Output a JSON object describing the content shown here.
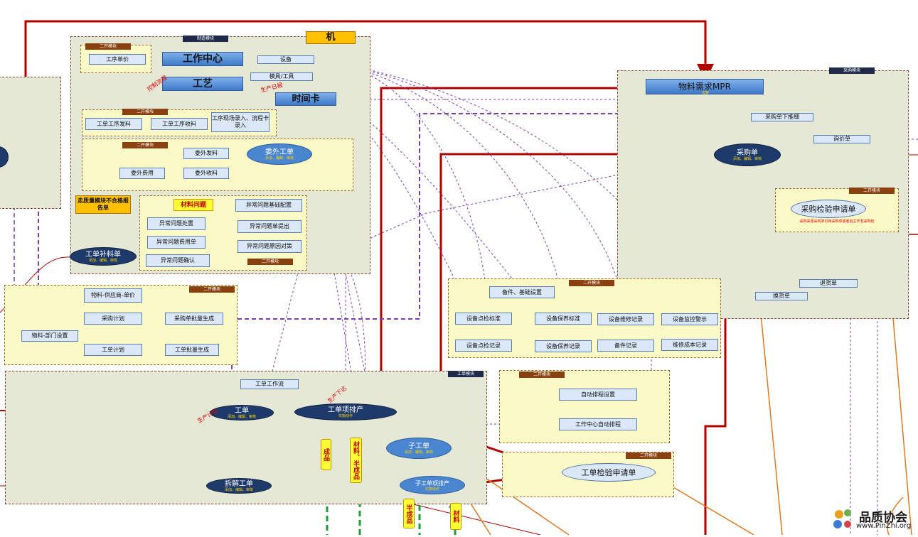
{
  "regions": {
    "mfg_tag": "制造模块",
    "machine_label": "机",
    "secondary_tag": "二开模块",
    "purchase_tag": "采购模块",
    "workorder_tag": "工单模块"
  },
  "nodes": {
    "process_price": "工序单价",
    "work_center": "工作中心",
    "equipment": "设备",
    "craft": "工艺",
    "tooling": "模具/工具",
    "time_card": "时间卡",
    "wo_process_issue": "工单工序发料",
    "wo_process_receive": "工单工序收料",
    "process_entry": "工序现场录入、流程卡录入",
    "outsource_issue": "委外发料",
    "outsource_order": "委外工单",
    "outsource_fee": "委外费用",
    "outsource_receive": "委外收料",
    "quality_report": "走质量模块不合格报告单",
    "material_issue": "材料问题",
    "abn_base_config": "异常问题基础配置",
    "abn_handle": "异常问题处置",
    "abn_submit": "异常问题单提出",
    "abn_cost": "异常问题费用单",
    "abn_cause": "异常问题原因对策",
    "abn_confirm": "异常问题确认",
    "wo_supplement": "工单补料单",
    "material_supplier_price": "物料-供应商-单价",
    "purchase_plan": "采购计划",
    "po_batch_gen": "采购单批量生成",
    "material_dept": "物料-部门设置",
    "wo_plan": "工单计划",
    "wo_batch_gen": "工单批量生成",
    "wo_process_flow": "工单工作流",
    "work_order": "工单",
    "wo_schedule": "工单项排产",
    "sub_wo": "子工单",
    "sub_wo_schedule": "子工单项排产",
    "disassembly_wo": "拆解工单",
    "mpr": "物料需求MPR",
    "mpr_note": "运算",
    "purchase_inquiry": "采购单下推细",
    "quotation": "询价单",
    "purchase_order": "采购单",
    "purchase_inspect": "采购检验申请单",
    "purchase_inspect_note": "采购来源采购单引用采购单或者自主开发采购检",
    "return_order": "退货单",
    "exchange_order": "换货单",
    "spare_base": "备件、基础设置",
    "eq_check_std": "设备点检标准",
    "eq_maint_std": "设备保养标准",
    "eq_repair_record": "设备维修记录",
    "eq_monitor": "设备监控警示",
    "eq_check_record": "设备点检记录",
    "eq_maint_record": "设备保养记录",
    "spare_record": "备件记录",
    "repair_cost": "维修成本记录",
    "auto_schedule_setting": "自动排程设置",
    "wc_auto_schedule": "工作中心自动排程",
    "wo_inspect": "工单检验申请单"
  },
  "subtext": {
    "ops": "添加、编辑、审核",
    "schedule_action": "实施动作"
  },
  "route_labels": {
    "control_flow": "控制流程",
    "prod_daily": "生产日报",
    "prod_plan": "生产计划",
    "prod_release": "生产下达"
  },
  "flow_tags": {
    "finished": "成品",
    "material_semi": "材料、半成品",
    "semi": "半成品",
    "material": "材料"
  },
  "logo": {
    "name": "品质协会",
    "url": "www.PinZhi.org"
  },
  "colors": {
    "region_fill": "#e6e8d6",
    "yellow_fill": "#fbf9c6",
    "red_flow": "#b00000",
    "purple_flow": "#7a3fb0",
    "orange_flow": "#e07a20",
    "green_flow": "#1aa030",
    "node_dark": "#1e3a6a",
    "node_mid": "#4a86d0"
  }
}
